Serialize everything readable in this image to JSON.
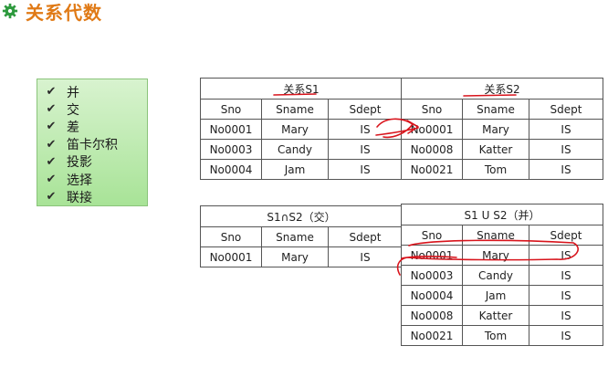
{
  "slide": {
    "title": "关系代数",
    "accent_color": "#e07a16",
    "title_icon": "gear-icon"
  },
  "operations": [
    "并",
    "交",
    "差",
    "笛卡尔积",
    "投影",
    "选择",
    "联接"
  ],
  "columns": [
    "Sno",
    "Sname",
    "Sdept"
  ],
  "tables": {
    "s1": {
      "title": "关系S1",
      "rows": [
        [
          "No0001",
          "Mary",
          "IS"
        ],
        [
          "No0003",
          "Candy",
          "IS"
        ],
        [
          "No0004",
          "Jam",
          "IS"
        ]
      ]
    },
    "s2": {
      "title": "关系S2",
      "rows": [
        [
          "No0001",
          "Mary",
          "IS"
        ],
        [
          "No0008",
          "Katter",
          "IS"
        ],
        [
          "No0021",
          "Tom",
          "IS"
        ]
      ]
    },
    "intersect": {
      "title": "S1∩S2（交）",
      "rows": [
        [
          "No0001",
          "Mary",
          "IS"
        ]
      ]
    },
    "union": {
      "title": "S1 U S2（并）",
      "rows": [
        [
          "No0001",
          "Mary",
          "IS"
        ],
        [
          "No0003",
          "Candy",
          "IS"
        ],
        [
          "No0004",
          "Jam",
          "IS"
        ],
        [
          "No0008",
          "Katter",
          "IS"
        ],
        [
          "No0021",
          "Tom",
          "IS"
        ]
      ]
    }
  }
}
